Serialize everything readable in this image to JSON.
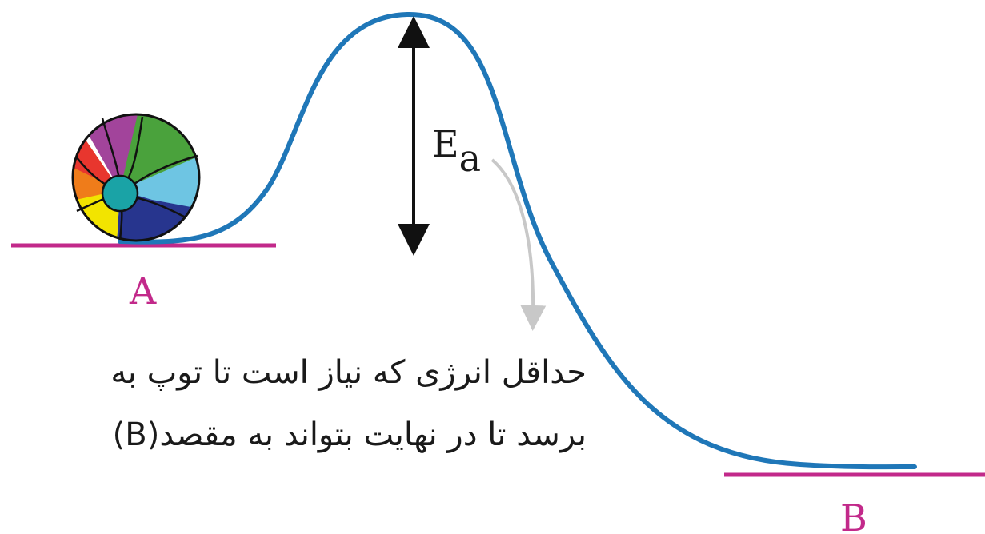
{
  "labels": {
    "state_a": "A",
    "state_b": "B",
    "activation_energy_main": "E",
    "activation_energy_sub": "a"
  },
  "caption": {
    "line1": "حداقل انرژی که نیاز است تا توپ به",
    "line2": "برسد تا در نهایت بتواند به مقصد(B)"
  },
  "colors": {
    "curve": "#1f77b8",
    "baseline": "#c2298a",
    "label": "#c2298a",
    "arrow": "#111111",
    "pointer": "#c8c8c8",
    "text": "#1a1a1a"
  }
}
